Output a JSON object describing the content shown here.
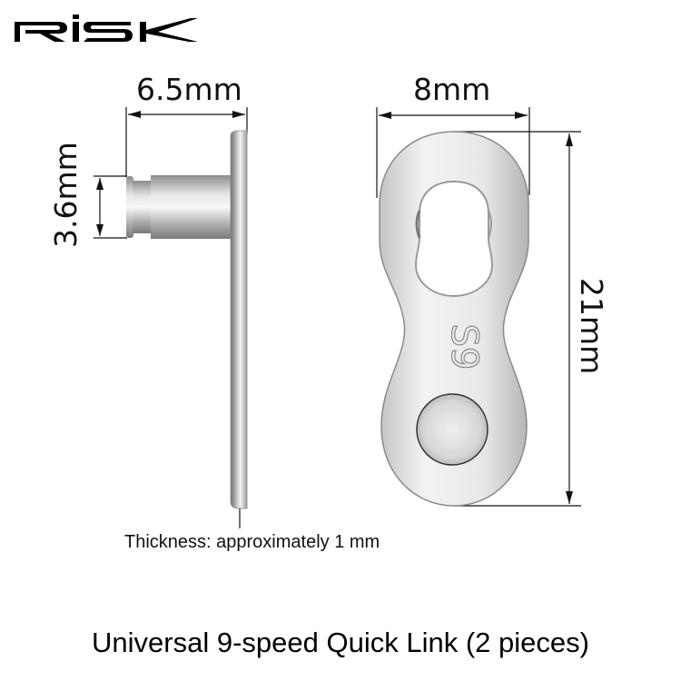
{
  "brand": {
    "logo_text": "RISK"
  },
  "dimensions": {
    "pin_length": "6.5mm",
    "pin_diameter": "3.6mm",
    "link_width": "8mm",
    "link_length": "21mm",
    "thickness_note": "Thickness: approximately 1 mm"
  },
  "link_marking": "S9",
  "caption": "Universal 9-speed Quick Link (2 pieces)",
  "colors": {
    "metal_light": "#f2f2f2",
    "metal_mid": "#c8c8c8",
    "metal_dark": "#8a8a8a",
    "line": "#111111"
  }
}
